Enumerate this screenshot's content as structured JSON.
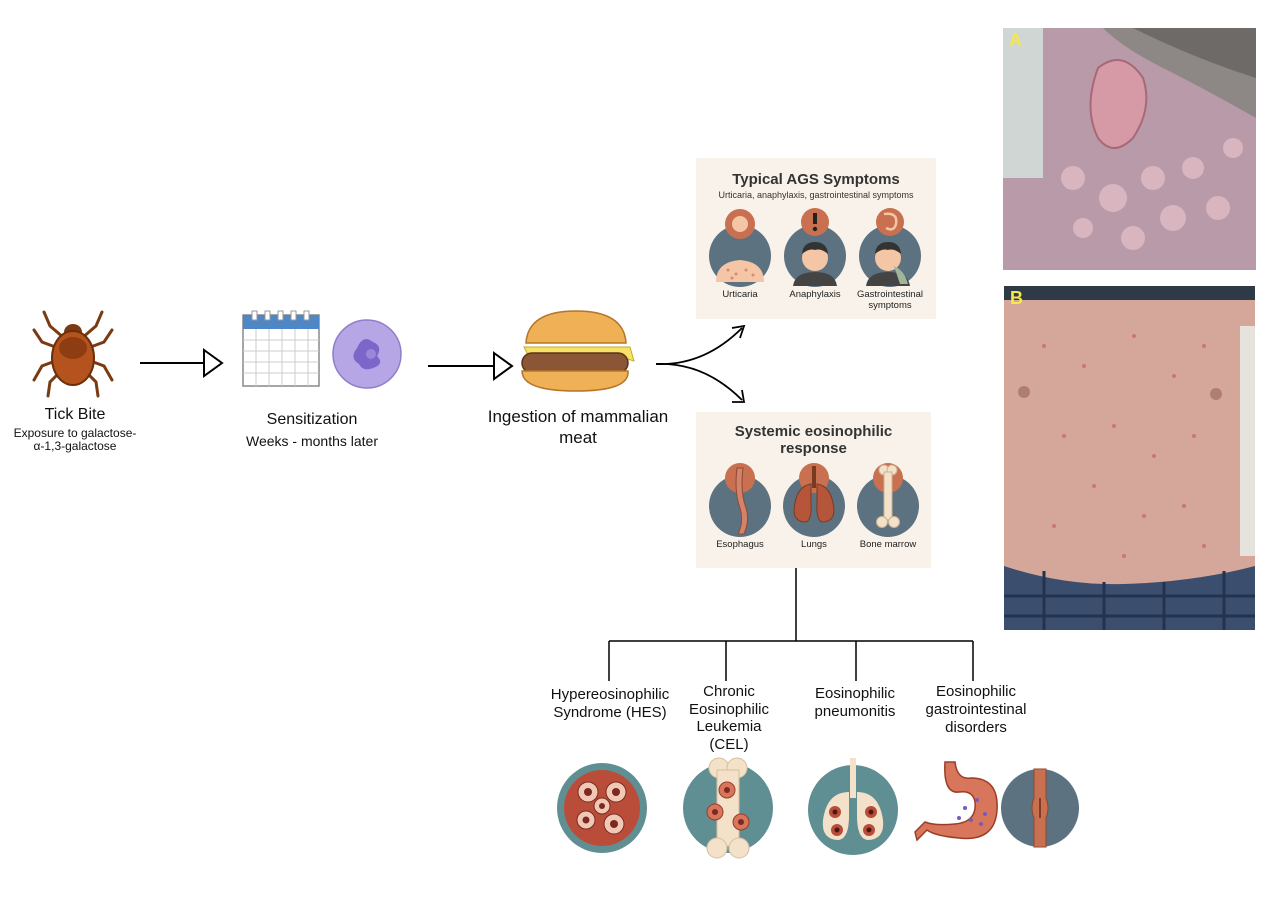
{
  "steps": {
    "tick": {
      "title": "Tick Bite",
      "subtitle": "Exposure to galactose-\nα-1,3-galactose"
    },
    "sensitization": {
      "title": "Sensitization",
      "subtitle": "Weeks - months later"
    },
    "ingestion": {
      "title": "Ingestion of mammalian\nmeat"
    }
  },
  "symptoms_panel": {
    "title": "Typical AGS Symptoms",
    "subtitle": "Urticaria, anaphylaxis, gastrointestinal symptoms",
    "items": [
      "Urticaria",
      "Anaphylaxis",
      "Gastrointestinal\nsymptoms"
    ]
  },
  "eosinophilic_panel": {
    "title": "Systemic eosinophilic\nresponse",
    "items": [
      "Esophagus",
      "Lungs",
      "Bone marrow"
    ]
  },
  "disorders": [
    "Hypereosinophilic\nSyndrome (HES)",
    "Chronic\nEosinophilic\nLeukemia\n(CEL)",
    "Eosinophilic\npneumonitis",
    "Eosinophilic\ngastrointestinal\ndisorders"
  ],
  "photos": {
    "a_label": "A",
    "b_label": "B"
  },
  "colors": {
    "circle_teal": "#5f8f93",
    "circle_slate": "#5d7280",
    "organ": "#c8704f",
    "panel_bg": "#f8f2ea",
    "photo_letter": "#f5e84a"
  }
}
